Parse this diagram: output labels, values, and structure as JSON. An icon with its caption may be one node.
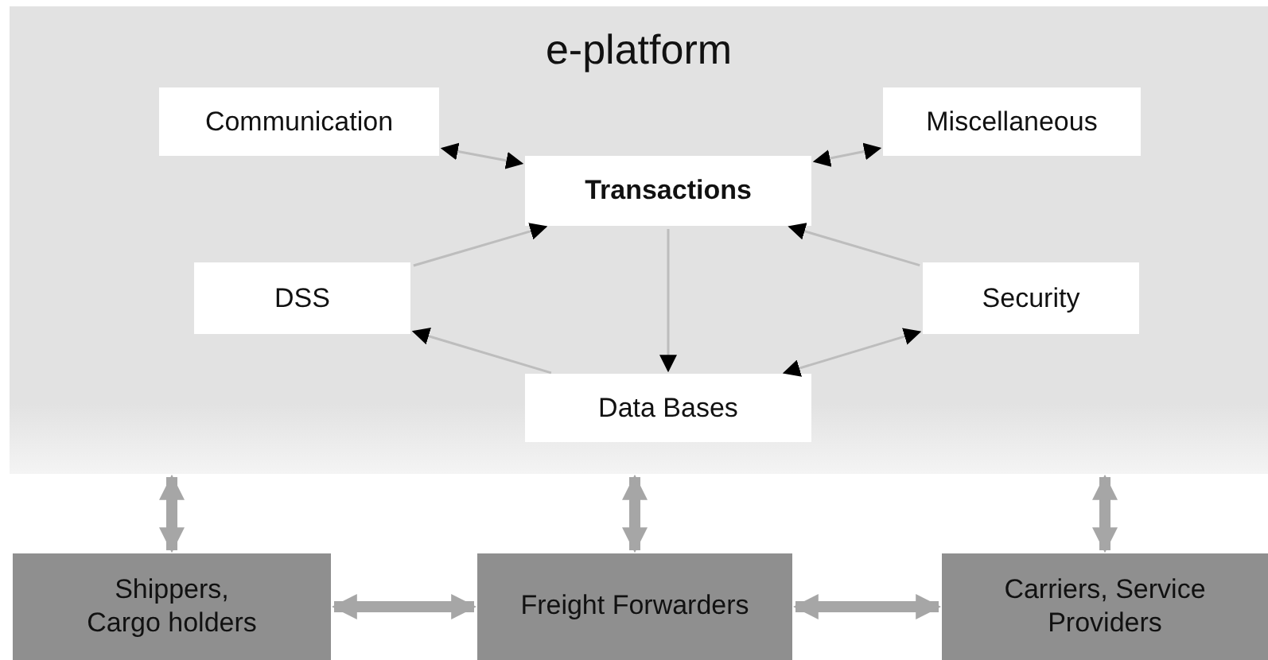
{
  "diagram": {
    "nodes": [
      {
        "text": [
          "e-platform"
        ]
      },
      {
        "text": [
          "Communication"
        ],
        "in": 0
      },
      {
        "text": [
          "Miscellaneous"
        ],
        "in": 0
      },
      {
        "text": [
          "Transactions"
        ],
        "in": 0
      },
      {
        "text": [
          "DSS"
        ],
        "in": 0
      },
      {
        "text": [
          "Security"
        ],
        "in": 0
      },
      {
        "text": [
          "Data Bases"
        ],
        "in": 0
      },
      {
        "text": [
          "Shippers, Cargo holders"
        ]
      },
      {
        "text": [
          "Freight Forwarders"
        ]
      },
      {
        "text": [
          "Carriers, Service Providers"
        ]
      }
    ],
    "edges": [
      {
        "from": 1,
        "to": 3,
        "arrow": "both"
      },
      {
        "from": 2,
        "to": 3,
        "arrow": "both"
      },
      {
        "from": 4,
        "to": 3,
        "arrow": "to"
      },
      {
        "from": 5,
        "to": 3,
        "arrow": "to"
      },
      {
        "from": 3,
        "to": 6,
        "arrow": "to"
      },
      {
        "from": 6,
        "to": 4,
        "arrow": "to"
      },
      {
        "from": 5,
        "to": 6,
        "arrow": "both"
      },
      {
        "from": 0,
        "to": 7,
        "arrow": "both",
        "style": "thick",
        "color": "#a6a6a6"
      },
      {
        "from": 0,
        "to": 8,
        "arrow": "both",
        "style": "thick",
        "color": "#a6a6a6"
      },
      {
        "from": 0,
        "to": 9,
        "arrow": "both",
        "style": "thick",
        "color": "#a6a6a6"
      },
      {
        "from": 7,
        "to": 8,
        "arrow": "both",
        "style": "thick",
        "color": "#a6a6a6"
      },
      {
        "from": 8,
        "to": 9,
        "arrow": "both",
        "style": "thick",
        "color": "#a6a6a6"
      }
    ]
  }
}
